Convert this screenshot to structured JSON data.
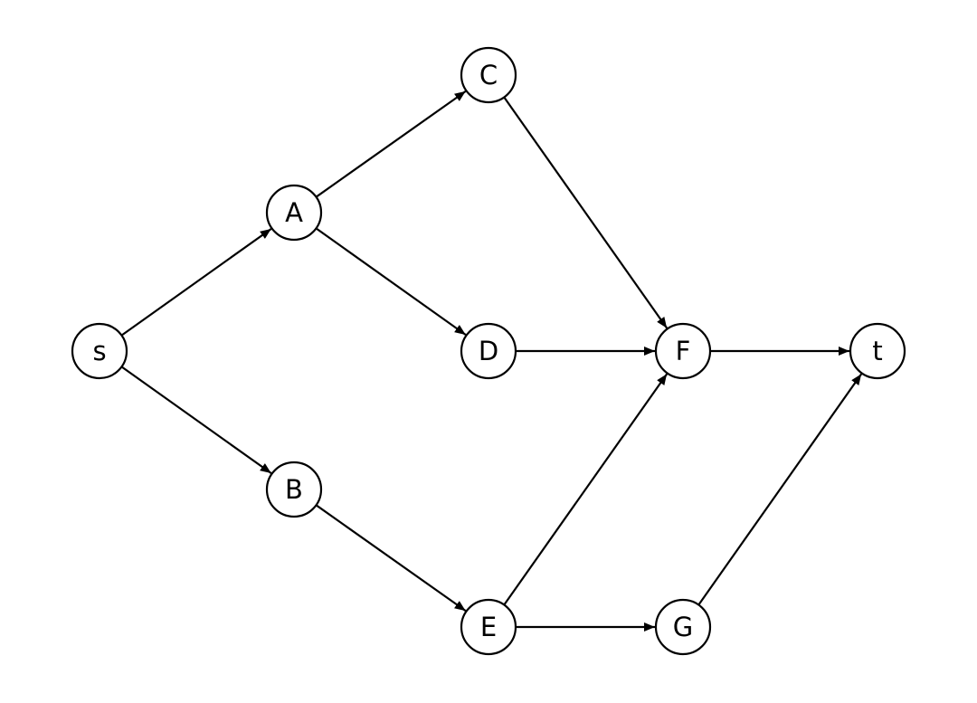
{
  "diagram": {
    "type": "directed-graph",
    "nodes": [
      {
        "id": "s",
        "label": "s"
      },
      {
        "id": "A",
        "label": "A"
      },
      {
        "id": "B",
        "label": "B"
      },
      {
        "id": "C",
        "label": "C"
      },
      {
        "id": "D",
        "label": "D"
      },
      {
        "id": "E",
        "label": "E"
      },
      {
        "id": "F",
        "label": "F"
      },
      {
        "id": "G",
        "label": "G"
      },
      {
        "id": "t",
        "label": "t"
      }
    ],
    "edges": [
      [
        "s",
        "A"
      ],
      [
        "s",
        "B"
      ],
      [
        "A",
        "C"
      ],
      [
        "A",
        "D"
      ],
      [
        "B",
        "E"
      ],
      [
        "C",
        "F"
      ],
      [
        "D",
        "F"
      ],
      [
        "E",
        "F"
      ],
      [
        "E",
        "G"
      ],
      [
        "F",
        "t"
      ],
      [
        "G",
        "t"
      ]
    ],
    "colors": {
      "stroke": "#000000",
      "fill": "#ffffff"
    }
  }
}
